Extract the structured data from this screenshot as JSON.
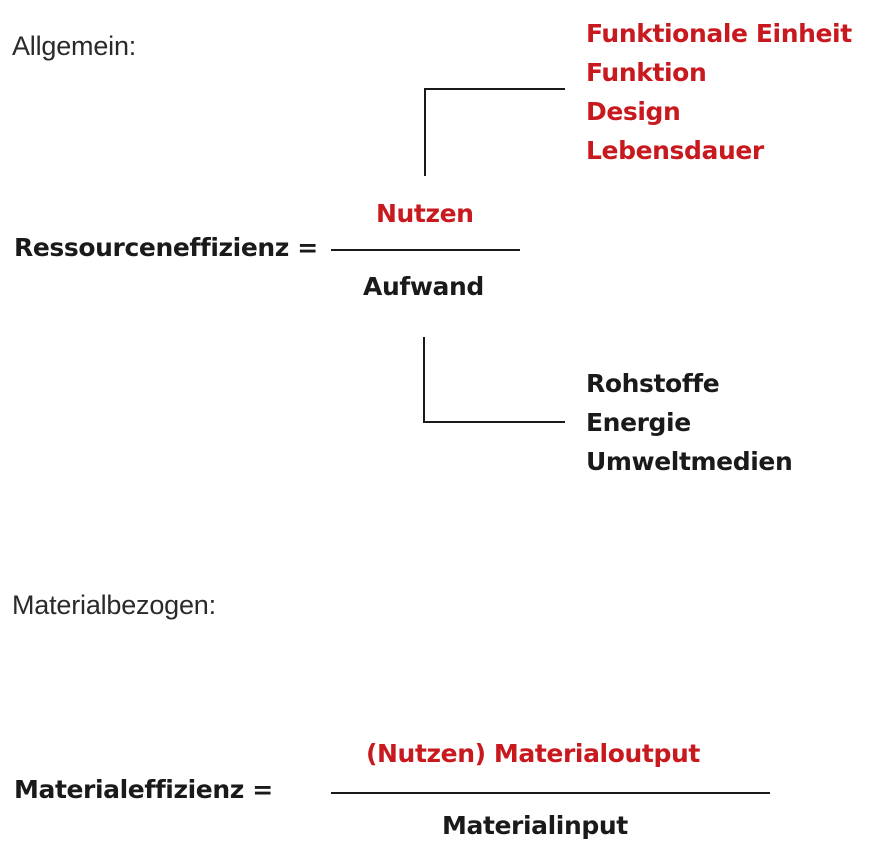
{
  "general": {
    "heading": "Allgemein:",
    "lhs": "Ressourceneffizienz =",
    "numerator": "Nutzen",
    "denominator": "Aufwand",
    "benefit_factors": [
      "Funktionale Einheit",
      "Funktion",
      "Design",
      "Lebensdauer"
    ],
    "effort_factors": [
      "Rohstoffe",
      "Energie",
      "Umweltmedien"
    ]
  },
  "material": {
    "heading": "Materialbezogen:",
    "lhs": "Materialeffizienz =",
    "numerator": "(Nutzen) Materialoutput",
    "denominator": "Materialinput"
  },
  "colors": {
    "accent": "#c8191f",
    "text": "#1a1a1a"
  }
}
